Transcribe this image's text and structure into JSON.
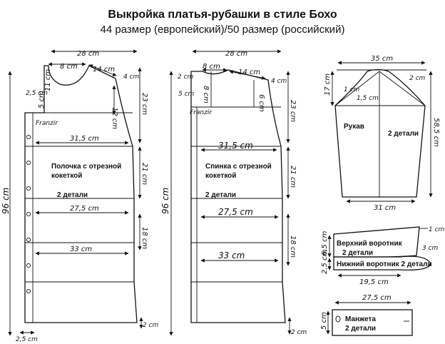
{
  "title": "Выкройка платья-рубашки в стиле Бохо",
  "subtitle": "44 размер (европейский)/50 размер (российский)",
  "front": {
    "label1": "Полочка с отрезной",
    "label2": "кокеткой",
    "label3": "2 детали",
    "franzir": "Franzir",
    "w_top": "28 cm",
    "neck_w": "8 cm",
    "shoulder": "14 cm",
    "neck_d": "11 cm",
    "side_small": "4 cm",
    "corner": "2,5 cm",
    "five_cm": "5 cm",
    "armhole": "12 cm",
    "yoke_h": "23 cm",
    "chest": "31,5 cm",
    "waist_h": "21 cm",
    "waist": "27,5 cm",
    "hip_h": "18 cm",
    "hem": "33 cm",
    "total": "96 cm",
    "hem_drop": "2 cm",
    "placket": "2,5 cm"
  },
  "back": {
    "label1": "Спинка с отрезной",
    "label2": "кокеткой",
    "label3": "2 детали",
    "franzir": "Franzir",
    "w_top": "28 cm",
    "neck_w": "8 cm",
    "shoulder": "14 cm",
    "two_cm": "2 cm",
    "five_cm": "5 cm",
    "eight_cm": "8 cm",
    "side_small": "4 cm",
    "six_cm": "6 cm",
    "yoke_h": "23 cm",
    "chest": "31,5 cm",
    "waist_h": "21 cm",
    "waist": "27,5 cm",
    "hip_h": "18 cm",
    "hem": "33 cm",
    "total": "96 cm",
    "hem_drop": "2 cm"
  },
  "sleeve": {
    "label": "Рукав",
    "count": "2 детали",
    "top_w": "35 cm",
    "cap_h": "17 cm",
    "one_cm": "1 cm",
    "one_five_cm": "1,5 cm",
    "two_cm": "2 cm",
    "length": "58,5 cm",
    "bottom_w": "31 cm"
  },
  "collar": {
    "upper": "Верхний воротник",
    "upper_count": "2 детали",
    "lower": "Нижний воротник 2 детали",
    "h1": "6,5 cm",
    "h2": "2,5 cm",
    "one_cm": "1 cm",
    "three_cm": "3 cm",
    "width": "19,5 cm"
  },
  "cuff": {
    "label": "Манжета",
    "count": "2 детали",
    "width": "27,5 cm",
    "height": "5 cm"
  }
}
